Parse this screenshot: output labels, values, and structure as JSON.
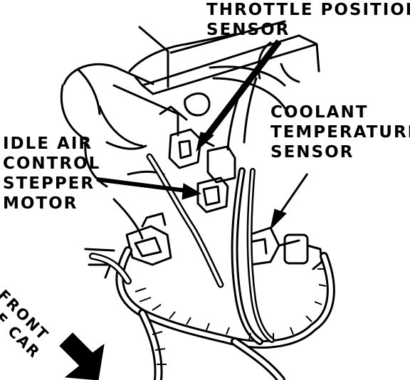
{
  "labels": {
    "throttle_position_sensor": [
      "THROTTLE POSITION",
      "SENSOR"
    ],
    "coolant_temperature_sensor": [
      "COOLANT",
      "TEMPERATURE",
      "SENSOR"
    ],
    "idle_air_control_stepper_motor": [
      "IDLE AIR",
      "CONTROL",
      "STEPPER",
      "MOTOR"
    ],
    "front_of_car": [
      "FRONT",
      "OF CAR"
    ]
  },
  "colors": {
    "ink": "#000000",
    "paper": "#ffffff"
  }
}
